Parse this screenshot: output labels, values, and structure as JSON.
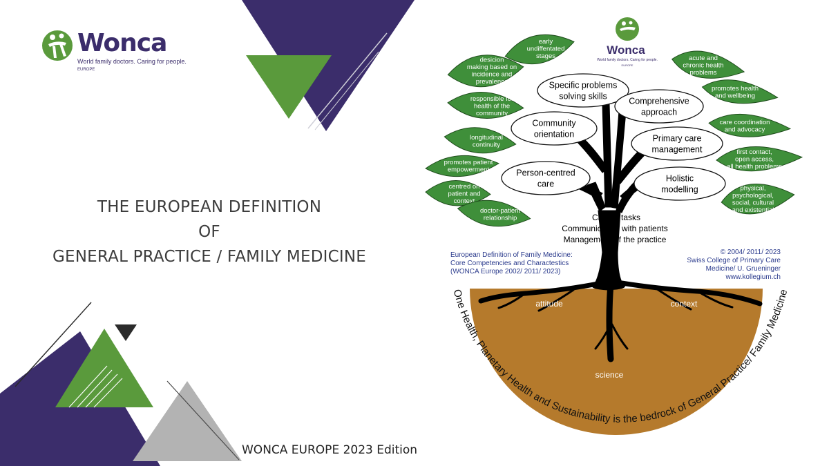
{
  "colors": {
    "purple": "#3b2d6b",
    "green": "#5a9a3c",
    "leaf": "#3f8f3a",
    "soil": "#b57a2c",
    "gray": "#b3b3b3",
    "tree": "#000000"
  },
  "logo": {
    "name": "Wonca",
    "tagline": "World family doctors. Caring for people.",
    "region": "EUROPE",
    "icon": "wonca-figure-logo"
  },
  "title": {
    "line1": "THE EUROPEAN DEFINITION",
    "line2": "OF",
    "line3": "GENERAL PRACTICE / FAMILY MEDICINE"
  },
  "edition": "WONCA EUROPE 2023 Edition",
  "diagram": {
    "small_logo": {
      "name": "Wonca",
      "tagline": "World family doctors. Caring for people.",
      "region": "EUROPE"
    },
    "competencies": [
      {
        "key": "specific",
        "lines": [
          "Specific problems",
          "solving skills"
        ]
      },
      {
        "key": "comprehensive",
        "lines": [
          "Comprehensive",
          "approach"
        ]
      },
      {
        "key": "community",
        "lines": [
          "Community",
          "orientation"
        ]
      },
      {
        "key": "primary",
        "lines": [
          "Primary care",
          "management"
        ]
      },
      {
        "key": "person",
        "lines": [
          "Person-centred",
          "care"
        ]
      },
      {
        "key": "holistic",
        "lines": [
          "Holistic",
          "modelling"
        ]
      }
    ],
    "leaves_left": [
      {
        "key": "early",
        "lines": [
          "early",
          "undiffentated",
          "stages"
        ]
      },
      {
        "key": "decision",
        "lines": [
          "desicion",
          "making based on",
          "incidence and",
          "prevalence"
        ]
      },
      {
        "key": "responsible",
        "lines": [
          "responsible for",
          "health of the",
          "community"
        ]
      },
      {
        "key": "longitudinal",
        "lines": [
          "longitudinal",
          "continuity"
        ]
      },
      {
        "key": "empowerment",
        "lines": [
          "promotes patient",
          "empowerment"
        ]
      },
      {
        "key": "centred",
        "lines": [
          "centred on",
          "patient and",
          "context"
        ]
      },
      {
        "key": "relationship",
        "lines": [
          "doctor-patient",
          "relationship"
        ]
      }
    ],
    "leaves_right": [
      {
        "key": "acute",
        "lines": [
          "acute and",
          "chronic health",
          "problems"
        ]
      },
      {
        "key": "wellbeing",
        "lines": [
          "promotes health",
          "and wellbeing"
        ]
      },
      {
        "key": "coordination",
        "lines": [
          "care coordination",
          "and advocacy"
        ]
      },
      {
        "key": "firstcontact",
        "lines": [
          "first contact,",
          "open access,",
          "all health problems"
        ]
      },
      {
        "key": "physical",
        "lines": [
          "physical,",
          "psychological,",
          "social, cultural",
          "and existential"
        ]
      }
    ],
    "trunk_tasks": [
      "Clinical tasks",
      "Communication with patients",
      "Management of the practice"
    ],
    "source_left": [
      "European Definition of Family Medicine:",
      "Core Competencies and Charactestics",
      "(WONCA Europe 2002/ 2011/ 2023)"
    ],
    "source_right": [
      "© 2004/ 2011/ 2023",
      "Swiss College of Primary Care",
      "Medicine/ U. Grueninger",
      "www.kollegium.ch"
    ],
    "roots": {
      "left": "attitude",
      "right": "context",
      "bottom": "science"
    },
    "arc_text": "One Health, Planetary Health and Sustainability is the bedrock of General Practice/ Family Medicine"
  }
}
